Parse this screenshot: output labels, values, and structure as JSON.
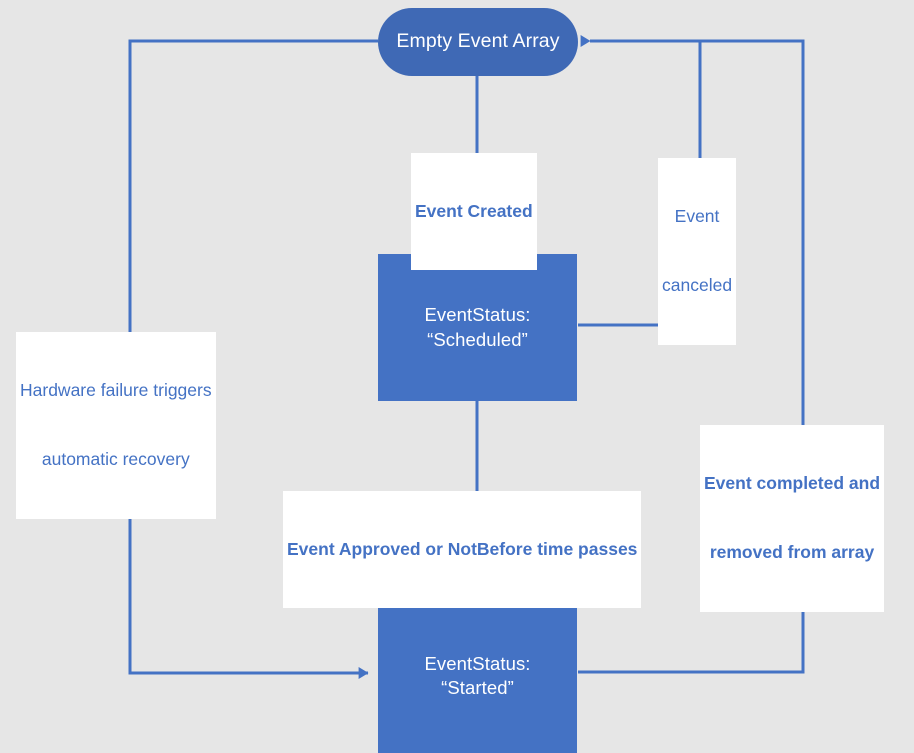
{
  "diagram": {
    "title": "Event lifecycle state diagram",
    "background_color": "#E6E6E6",
    "node_fill_color": "#4472C4",
    "oval_fill_color": "#3F69B5",
    "connector_color": "#4472C4",
    "label_text_color": "#4472C4",
    "label_background_color": "#FFFFFF",
    "node_text_color": "#FFFFFF"
  },
  "nodes": {
    "empty_event_array": {
      "text": "Empty Event Array",
      "shape": "rounded-pill"
    },
    "scheduled": {
      "line1": "EventStatus:",
      "line2": "“Scheduled”",
      "shape": "rectangle"
    },
    "started": {
      "line1": "EventStatus:",
      "line2": "“Started”",
      "shape": "rectangle"
    }
  },
  "edge_labels": {
    "event_created": {
      "line1": "Event Created",
      "bold": true
    },
    "event_canceled": {
      "line1": "Event",
      "line2": "canceled",
      "bold": false
    },
    "hardware_failure": {
      "line1": "Hardware failure triggers",
      "line2": "automatic recovery",
      "bold": false
    },
    "event_completed": {
      "line1": "Event completed and",
      "line2": "removed from array",
      "bold": true
    },
    "event_approved": {
      "line1": "Event Approved or NotBefore time passes",
      "bold": true
    }
  }
}
